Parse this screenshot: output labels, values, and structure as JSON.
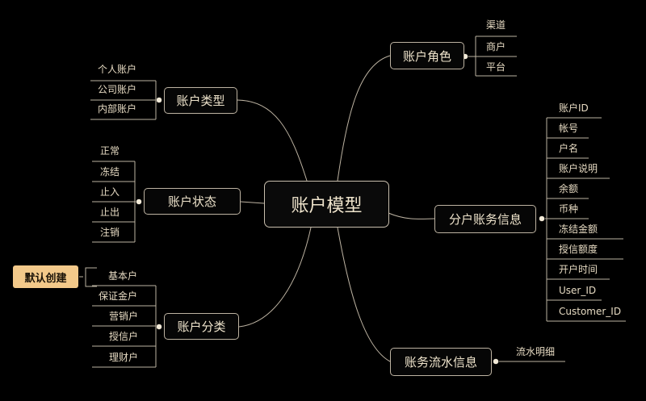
{
  "root": "账户模型",
  "branches": {
    "account_role": {
      "label": "账户角色",
      "children": [
        "渠道",
        "商户",
        "平台"
      ]
    },
    "account_type": {
      "label": "账户类型",
      "children": [
        "个人账户",
        "公司账户",
        "内部账户"
      ]
    },
    "account_status": {
      "label": "账户状态",
      "children": [
        "正常",
        "冻结",
        "止入",
        "止出",
        "注销"
      ]
    },
    "account_category": {
      "label": "账户分类",
      "children": [
        "基本户",
        "保证金户",
        "营销户",
        "授信户",
        "理财户"
      ],
      "tag": "默认创建"
    },
    "sub_account_info": {
      "label": "分户账务信息",
      "children": [
        "账户ID",
        "帐号",
        "户名",
        "账户说明",
        "余额",
        "币种",
        "冻结金额",
        "授信额度",
        "开户时间",
        "User_ID",
        "Customer_ID"
      ]
    },
    "ledger_flow_info": {
      "label": "账务流水信息",
      "children": [
        "流水明细"
      ]
    }
  }
}
